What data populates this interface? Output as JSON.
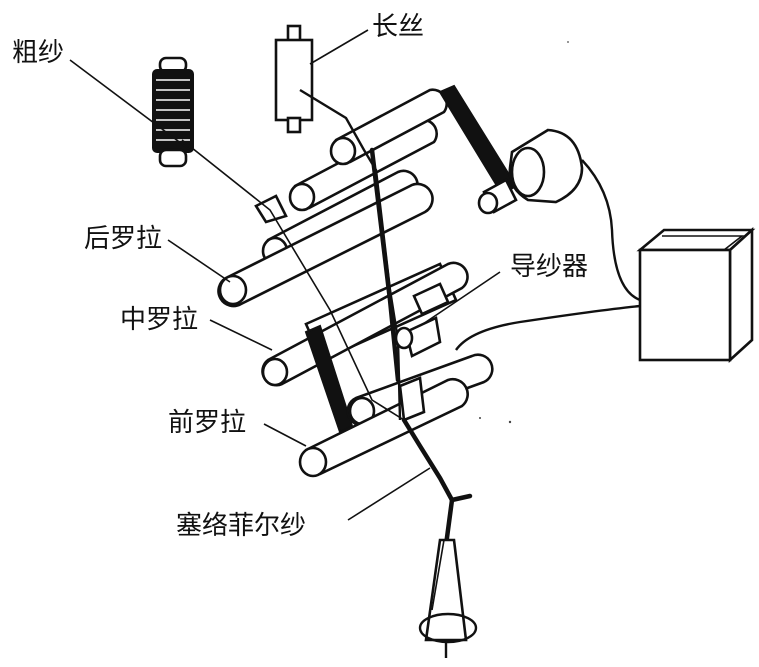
{
  "labels": {
    "filament": "长丝",
    "roving": "粗纱",
    "back_roller": "后罗拉",
    "yarn_guide": "导纱器",
    "middle_roller": "中罗拉",
    "front_roller": "前罗拉",
    "sirofil_yarn": "塞络菲尔纱"
  }
}
